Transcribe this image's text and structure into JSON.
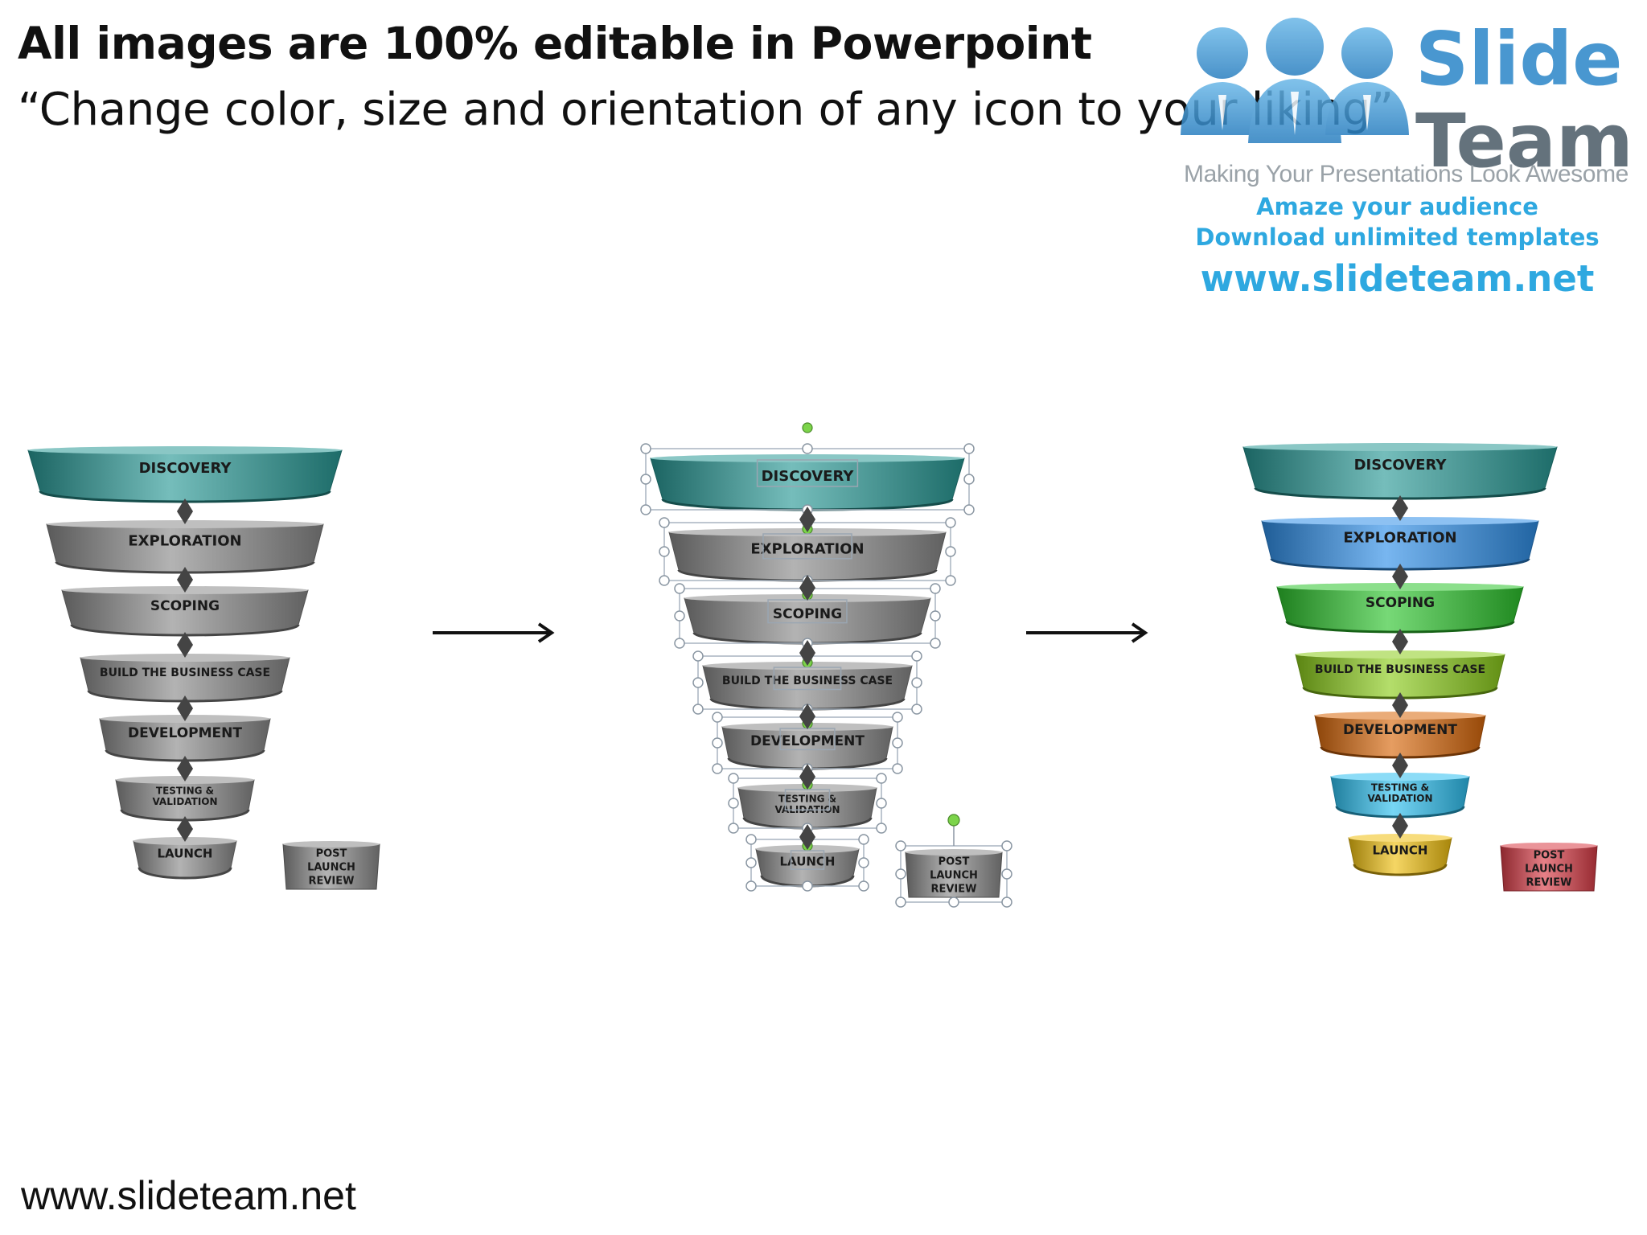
{
  "header": {
    "title": "All images are 100% editable in Powerpoint",
    "subtitle": "“Change color, size and orientation of any icon to your liking”"
  },
  "logo": {
    "word1": "Slide",
    "word2": "Team",
    "tagline": "Making Your Presentations Look Awesome",
    "promo1": "Amaze your audience",
    "promo2": "Download unlimited templates",
    "promo3": "www.slideteam.net"
  },
  "footer": {
    "url": "www.slideteam.net"
  },
  "funnels": [
    {
      "variant": "gray",
      "stages": [
        {
          "label": "DISCOVERY",
          "color": "#2a9a96"
        },
        {
          "label": "EXPLORATION",
          "color": "#8a8a8a"
        },
        {
          "label": "SCOPING",
          "color": "#8a8a8a"
        },
        {
          "label": "BUILD THE BUSINESS CASE",
          "color": "#8a8a8a"
        },
        {
          "label": "DEVELOPMENT",
          "color": "#8a8a8a"
        },
        {
          "label": "TESTING &",
          "label2": "VALIDATION",
          "color": "#8a8a8a"
        },
        {
          "label": "LAUNCH",
          "color": "#8a8a8a"
        }
      ],
      "side": {
        "label": "POST",
        "label2": "LAUNCH",
        "label3": "REVIEW",
        "color": "#8a8a8a"
      }
    },
    {
      "variant": "selected",
      "stages": [
        {
          "label": "DISCOVERY",
          "color": "#2a9a96"
        },
        {
          "label": "EXPLORATION",
          "color": "#8a8a8a"
        },
        {
          "label": "SCOPING",
          "color": "#8a8a8a"
        },
        {
          "label": "BUILD THE BUSINESS CASE",
          "color": "#8a8a8a"
        },
        {
          "label": "DEVELOPMENT",
          "color": "#8a8a8a"
        },
        {
          "label": "TESTING &",
          "label2": "VALIDATION",
          "color": "#8a8a8a"
        },
        {
          "label": "LAUNCH",
          "color": "#8a8a8a"
        }
      ],
      "side": {
        "label": "POST",
        "label2": "LAUNCH",
        "label3": "REVIEW",
        "color": "#8a8a8a"
      }
    },
    {
      "variant": "colored",
      "stages": [
        {
          "label": "DISCOVERY",
          "color": "#2a9a96"
        },
        {
          "label": "EXPLORATION",
          "color": "#2f8fe8"
        },
        {
          "label": "SCOPING",
          "color": "#2ec42e"
        },
        {
          "label": "BUILD THE BUSINESS CASE",
          "color": "#8ccc1c"
        },
        {
          "label": "DEVELOPMENT",
          "color": "#d8680c"
        },
        {
          "label": "TESTING &",
          "label2": "VALIDATION",
          "color": "#2ec0f0"
        },
        {
          "label": "LAUNCH",
          "color": "#f0c010"
        }
      ],
      "side": {
        "label": "POST",
        "label2": "LAUNCH",
        "label3": "REVIEW",
        "color": "#d83c46"
      }
    }
  ],
  "colors": {
    "diamond": "#444444",
    "handle": "#7cd44a",
    "selection": "#a8b4c0"
  }
}
